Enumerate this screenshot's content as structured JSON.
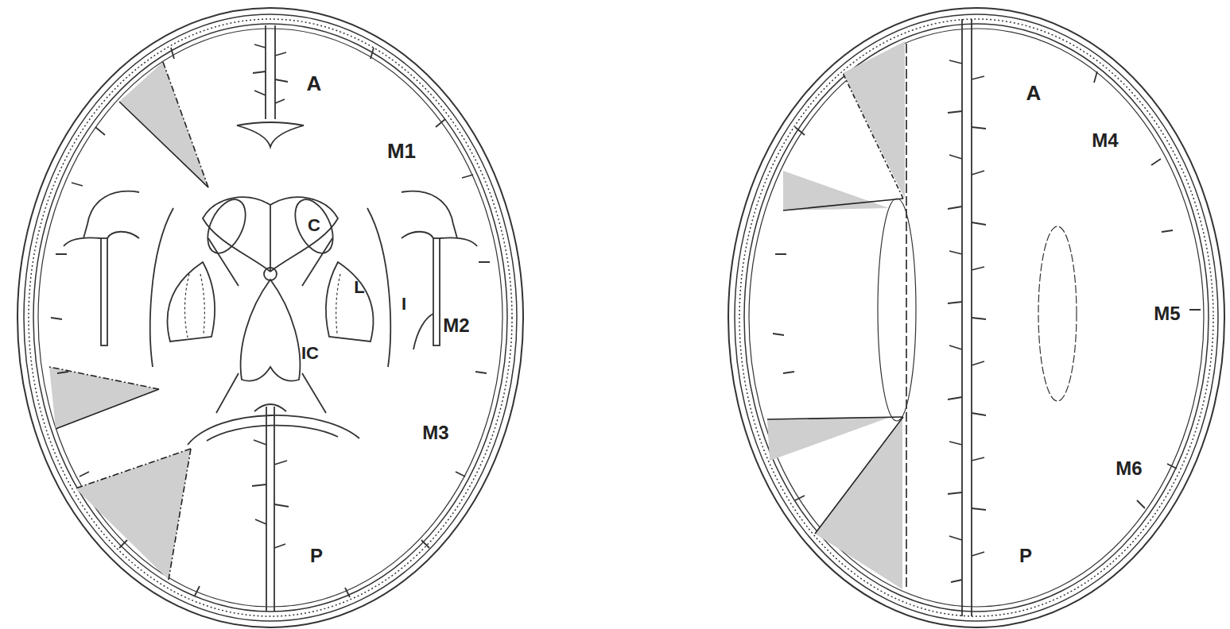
{
  "diagram": {
    "labels": [
      "A",
      "M1",
      "C",
      "L",
      "I",
      "IC",
      "M2",
      "M3",
      "P",
      "A",
      "M4",
      "M5",
      "M6",
      "P"
    ]
  }
}
